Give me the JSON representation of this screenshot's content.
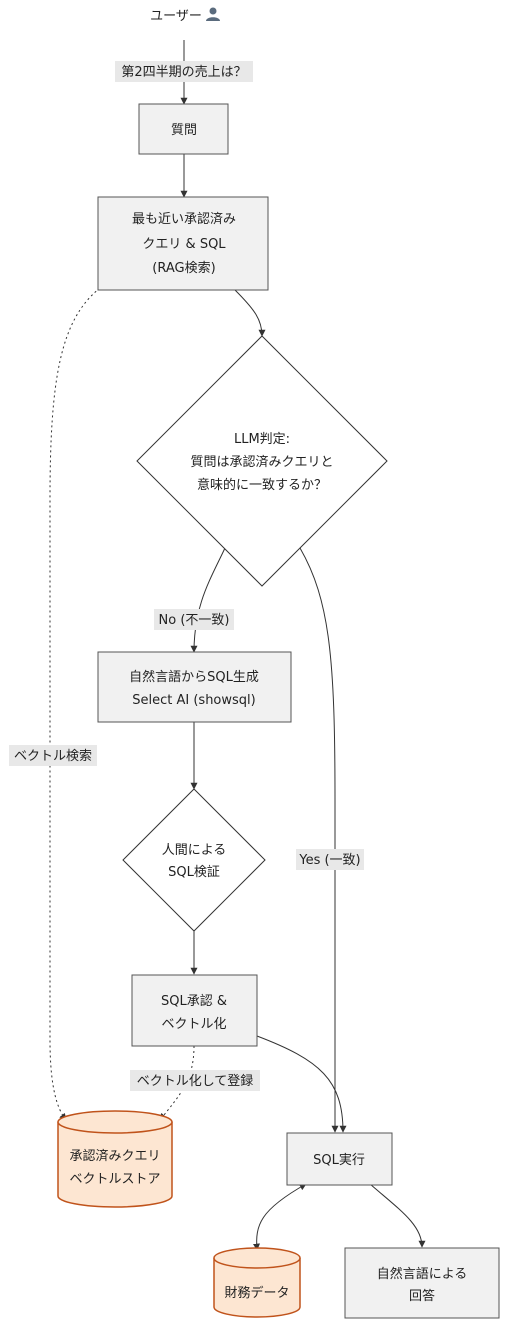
{
  "user": {
    "label": "ユーザー",
    "icon": "user-icon"
  },
  "nodes": {
    "question": {
      "lines": [
        "質問"
      ]
    },
    "rag": {
      "lines": [
        "最も近い承認済み",
        "クエリ & SQL",
        "(RAG検索)"
      ]
    },
    "llm": {
      "lines": [
        "LLM判定:",
        "質問は承認済みクエリと",
        "意味的に一致するか？"
      ]
    },
    "gen": {
      "lines": [
        "自然言語からSQL生成",
        "Select AI (showsql)"
      ]
    },
    "human": {
      "lines": [
        "人間による",
        "SQL検証"
      ]
    },
    "approve": {
      "lines": [
        "SQL承認 &",
        "ベクトル化"
      ]
    },
    "store": {
      "lines": [
        "承認済みクエリ",
        "ベクトルストア"
      ]
    },
    "exec": {
      "lines": [
        "SQL実行"
      ]
    },
    "finance": {
      "lines": [
        "財務データ"
      ]
    },
    "answer": {
      "lines": [
        "自然言語による",
        "回答"
      ]
    }
  },
  "edge_labels": {
    "user_q": "第2四半期の売上は？",
    "no": "No (不一致)",
    "yes": "Yes (一致)",
    "vector_search": "ベクトル検索",
    "vectorize_register": "ベクトル化して登録"
  },
  "colors": {
    "node_fill": "#f1f1f1",
    "db_fill": "#fde6d2",
    "db_stroke": "#c0531b",
    "edge": "#333333",
    "label_bg": "#e8e8e8"
  }
}
